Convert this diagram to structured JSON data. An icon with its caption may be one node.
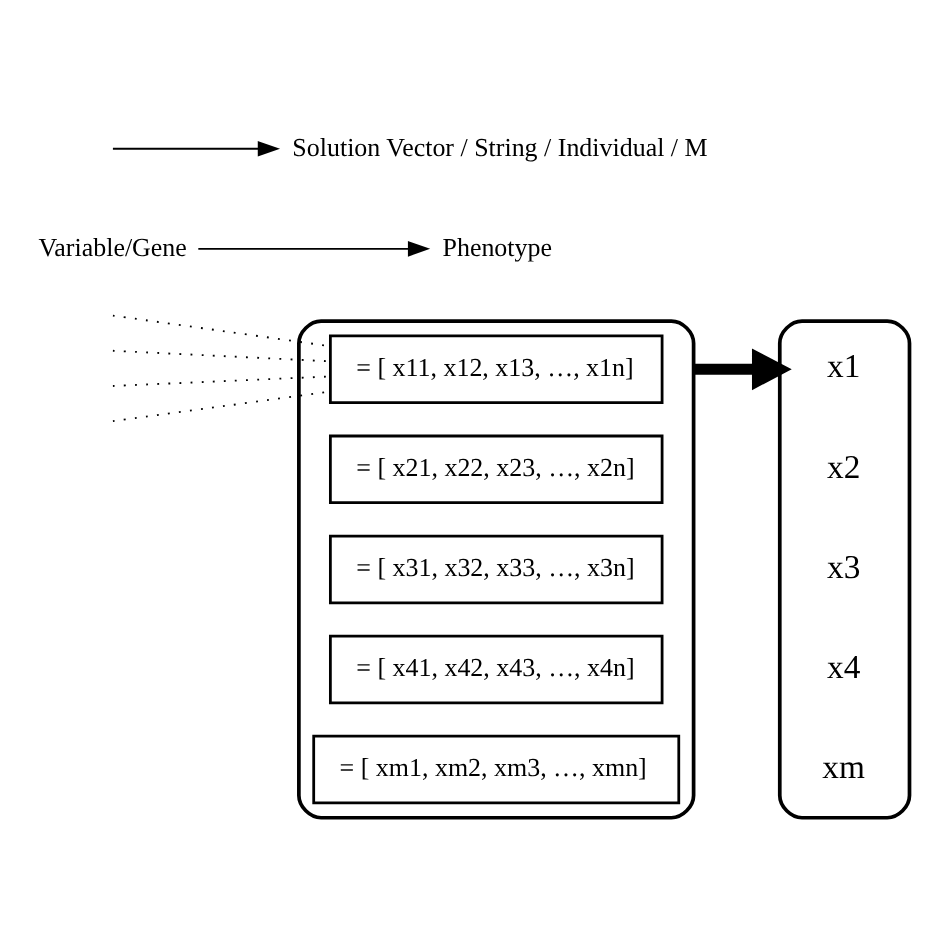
{
  "diagram": {
    "nodes": [
      {
        "text": [],
        "shape": "bracket"
      },
      {
        "text": [
          "= [ x11, x12, x13, …, x1n]"
        ],
        "in": 0
      },
      {
        "text": [
          "= [ x21, x22, x23, …, x2n]"
        ],
        "in": 0
      },
      {
        "text": [
          "= [ x31, x32, x33, …, x3n]"
        ],
        "in": 0
      },
      {
        "text": [
          "= [ x41, x42, x43, …, x4n]"
        ],
        "in": 0
      },
      {
        "text": [
          "= [ xm1, xm2, xm3, …, xmn]"
        ],
        "in": 0
      },
      {
        "text": [],
        "shape": "bracket"
      },
      {
        "text": [
          "x1"
        ],
        "in": 6
      },
      {
        "text": [
          "x2"
        ],
        "in": 6
      },
      {
        "text": [
          "x3"
        ],
        "in": 6
      },
      {
        "text": [
          "x4"
        ],
        "in": 6
      },
      {
        "text": [
          "xm"
        ],
        "in": 6
      },
      {
        "text": [
          "Phenotype"
        ]
      },
      {
        "text": [
          "Variable/Gene"
        ]
      },
      {
        "text": [
          "Solution Vector / String / Individual / M"
        ]
      }
    ],
    "edges": [
      {
        "from": 0,
        "to": 6,
        "arrow": "to",
        "style": "thick"
      },
      {
        "from": 1,
        "to": null,
        "arrow": "none",
        "style": "dashed"
      },
      {
        "from": 1,
        "to": null,
        "arrow": "none",
        "style": "dashed"
      },
      {
        "from": 1,
        "to": null,
        "arrow": "none",
        "style": "dashed"
      },
      {
        "from": 1,
        "to": null,
        "arrow": "none",
        "style": "dashed"
      },
      {
        "from": 13,
        "to": 12,
        "arrow": "to"
      },
      {
        "from": null,
        "to": 14,
        "arrow": "to"
      }
    ]
  }
}
